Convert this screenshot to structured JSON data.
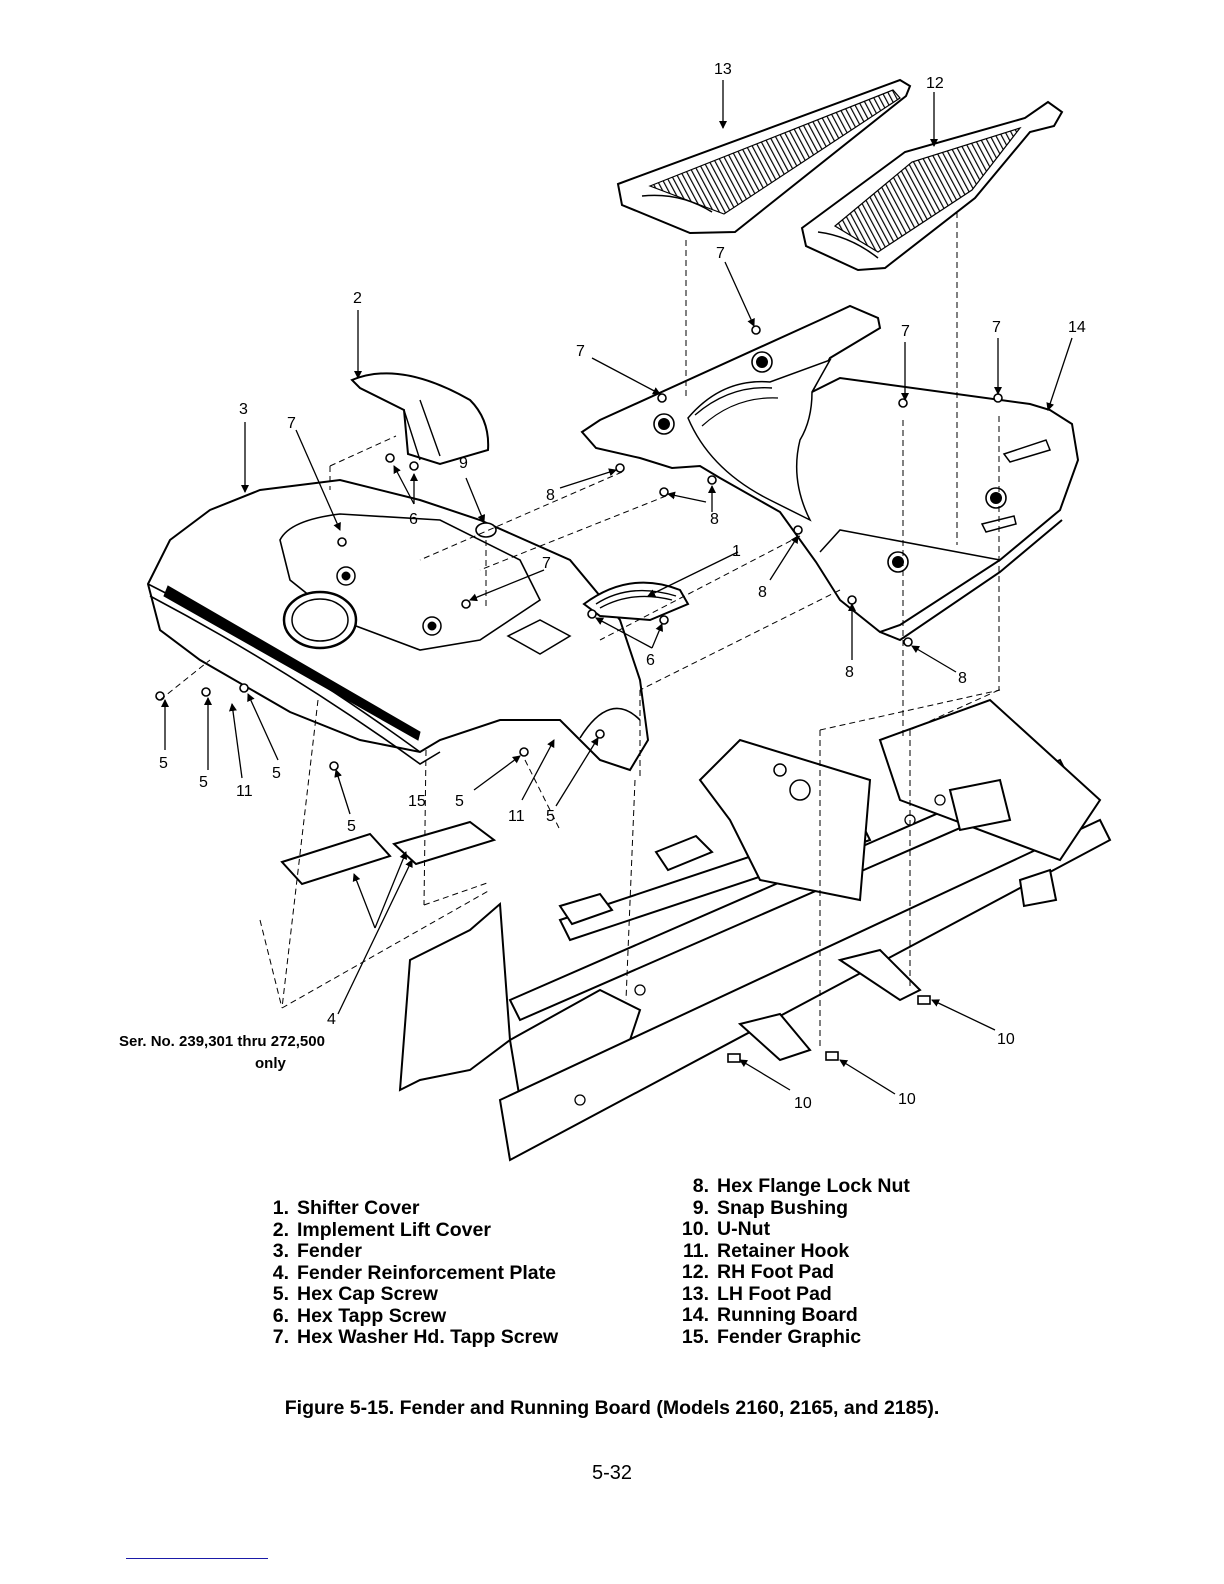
{
  "callouts": [
    {
      "id": "c13",
      "text": "13"
    },
    {
      "id": "c12",
      "text": "12"
    },
    {
      "id": "c7a",
      "text": "7"
    },
    {
      "id": "c2",
      "text": "2"
    },
    {
      "id": "c7b",
      "text": "7"
    },
    {
      "id": "c7c",
      "text": "7"
    },
    {
      "id": "c7d",
      "text": "7"
    },
    {
      "id": "c14",
      "text": "14"
    },
    {
      "id": "c3",
      "text": "3"
    },
    {
      "id": "c7e",
      "text": "7"
    },
    {
      "id": "c9",
      "text": "9"
    },
    {
      "id": "c6a",
      "text": "6"
    },
    {
      "id": "c8a",
      "text": "8"
    },
    {
      "id": "c8b",
      "text": "8"
    },
    {
      "id": "c7f",
      "text": "7"
    },
    {
      "id": "c1",
      "text": "1"
    },
    {
      "id": "c8c",
      "text": "8"
    },
    {
      "id": "c6b",
      "text": "6"
    },
    {
      "id": "c8d",
      "text": "8"
    },
    {
      "id": "c8e",
      "text": "8"
    },
    {
      "id": "c5a",
      "text": "5"
    },
    {
      "id": "c5b",
      "text": "5"
    },
    {
      "id": "c11a",
      "text": "11"
    },
    {
      "id": "c5c",
      "text": "5"
    },
    {
      "id": "c15",
      "text": "15"
    },
    {
      "id": "c5d",
      "text": "5"
    },
    {
      "id": "c11b",
      "text": "11"
    },
    {
      "id": "c5e",
      "text": "5"
    },
    {
      "id": "c5f",
      "text": "5"
    },
    {
      "id": "c4",
      "text": "4"
    },
    {
      "id": "c10a",
      "text": "10"
    },
    {
      "id": "c10b",
      "text": "10"
    },
    {
      "id": "c10c",
      "text": "10"
    }
  ],
  "serial_note": {
    "line1": "Ser. No. 239,301 thru 272,500",
    "line2": "only"
  },
  "parts_left": [
    {
      "num": "1.",
      "name": "Shifter Cover"
    },
    {
      "num": "2.",
      "name": "Implement Lift Cover"
    },
    {
      "num": "3.",
      "name": "Fender"
    },
    {
      "num": "4.",
      "name": "Fender Reinforcement Plate"
    },
    {
      "num": "5.",
      "name": "Hex Cap Screw"
    },
    {
      "num": "6.",
      "name": "Hex Tapp Screw"
    },
    {
      "num": "7.",
      "name": "Hex Washer Hd. Tapp Screw"
    }
  ],
  "parts_right": [
    {
      "num": "8.",
      "name": "Hex Flange Lock Nut"
    },
    {
      "num": "9.",
      "name": "Snap Bushing"
    },
    {
      "num": "10.",
      "name": "U-Nut"
    },
    {
      "num": "11.",
      "name": "Retainer Hook"
    },
    {
      "num": "12.",
      "name": "RH Foot Pad"
    },
    {
      "num": "13.",
      "name": "LH Foot Pad"
    },
    {
      "num": "14.",
      "name": "Running Board"
    },
    {
      "num": "15.",
      "name": "Fender Graphic"
    }
  ],
  "figure_caption": "Figure 5-15. Fender and Running Board (Models 2160, 2165, and 2185).",
  "page_number": "5-32"
}
